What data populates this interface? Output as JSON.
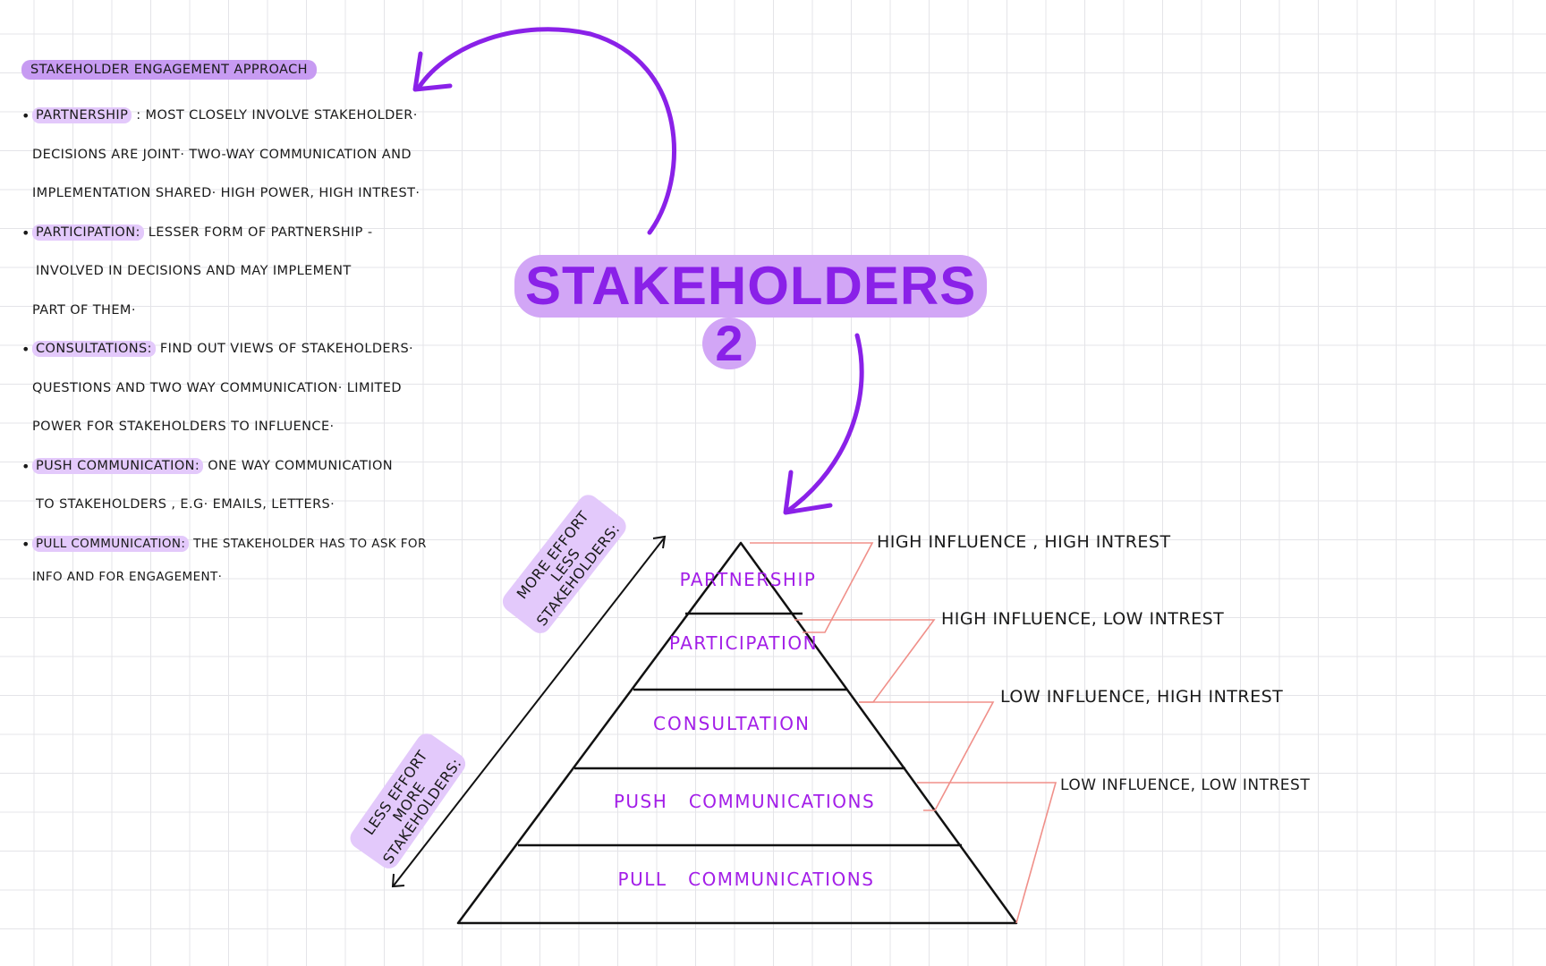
{
  "notes": {
    "heading": "STAKEHOLDER ENGAGEMENT APPROACH",
    "items": [
      {
        "term": "PARTNERSHIP",
        "sep": " : ",
        "lines": [
          "MOST CLOSELY INVOLVE STAKEHOLDER·",
          "DECISIONS ARE JOINT· TWO-WAY COMMUNICATION AND",
          "IMPLEMENTATION SHARED· HIGH POWER, HIGH INTREST·"
        ]
      },
      {
        "term": "PARTICIPATION:",
        "sep": " ",
        "lines": [
          "LESSER FORM OF PARTNERSHIP -",
          "INVOLVED IN DECISIONS AND MAY IMPLEMENT",
          "PART OF THEM·"
        ]
      },
      {
        "term": "CONSULTATIONS:",
        "sep": " ",
        "lines": [
          "FIND OUT VIEWS OF STAKEHOLDERS·",
          "QUESTIONS AND TWO WAY COMMUNICATION· LIMITED",
          "POWER FOR STAKEHOLDERS TO INFLUENCE·"
        ]
      },
      {
        "term": "PUSH COMMUNICATION:",
        "sep": " ",
        "lines": [
          "ONE WAY COMMUNICATION",
          "TO STAKEHOLDERS , e.g· EMAILS, LETTERS·"
        ]
      },
      {
        "term": "PULL COMMUNICATION:",
        "sep": "  ",
        "lines": [
          "THE STAKEHOLDER HAS TO ASK FOR",
          "INFO AND FOR ENGAGEMENT·"
        ]
      }
    ]
  },
  "title": {
    "word": "STAKEHOLDERS",
    "number": "2"
  },
  "pyramid": {
    "levels": [
      "PARTNERSHIP",
      "PARTICIPATION",
      "CONSULTATION",
      "PUSH   COMMUNICATIONS",
      "PULL   COMMUNICATIONS"
    ],
    "categories": [
      "HIGH INFLUENCE , HIGH INTREST",
      "HIGH INFLUENCE, LOW INTREST",
      "LOW INFLUENCE, HIGH INTREST",
      "LOW INFLUENCE, LOW INTREST"
    ],
    "axis_up": [
      "MORE EFFORT",
      "LESS",
      "STAKEHOLDERS:"
    ],
    "axis_down": [
      "LESS EFFORT",
      "MORE",
      "STAKEHOLDERS:"
    ]
  },
  "colors": {
    "purple": "#8a21e8",
    "highlight": "#d2a6f6",
    "connector": "#f0908a",
    "outline": "#111111"
  }
}
